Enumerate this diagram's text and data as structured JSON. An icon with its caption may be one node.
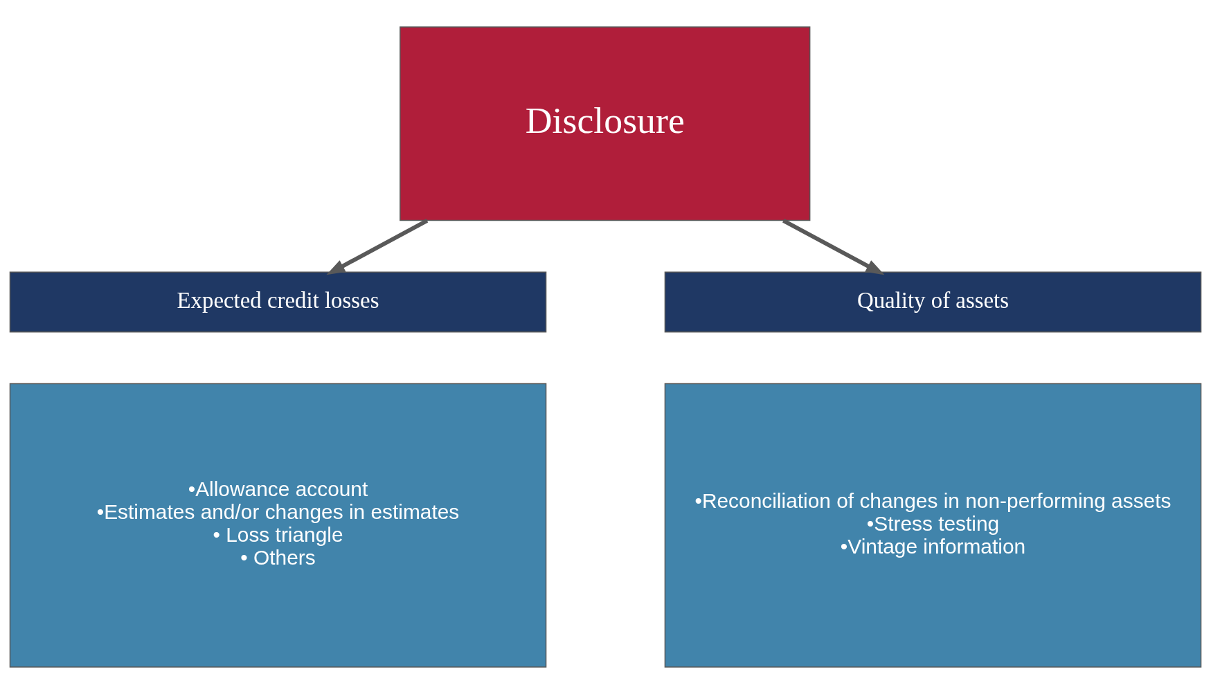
{
  "diagram": {
    "nodes": [
      {
        "text": [
          "Disclosure"
        ]
      },
      {
        "text": [
          "Expected credit losses"
        ]
      },
      {
        "text": [
          "•Allowance account",
          "•Estimates and/or changes in estimates",
          "• Loss triangle",
          "• Others"
        ]
      },
      {
        "text": [
          "Quality of assets"
        ]
      },
      {
        "text": [
          "•Reconciliation of changes in non-performing assets",
          "•Stress testing",
          "•Vintage information"
        ]
      }
    ],
    "edges": [
      {
        "from": 0,
        "to": 1,
        "arrow": "to"
      },
      {
        "from": 0,
        "to": 3,
        "arrow": "to"
      }
    ]
  }
}
